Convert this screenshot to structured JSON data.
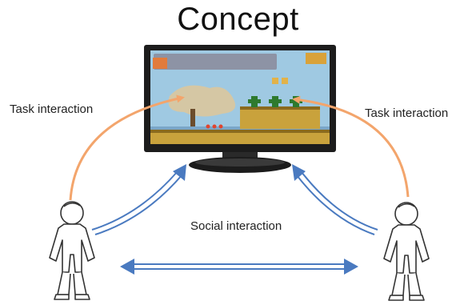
{
  "title": "Concept",
  "labels": {
    "task_interaction_left": "Task interaction",
    "task_interaction_right": "Task interaction",
    "social_interaction": "Social interaction"
  },
  "colors": {
    "task_arrow": "#f3a56c",
    "social_arrow": "#4a7ac0",
    "monitor_body": "#1c1c1c",
    "game_sky": "#9fc9e2",
    "game_ground": "#c9a23c"
  },
  "icons": {
    "monitor": "game-monitor-icon",
    "left_person": "child-figure-icon",
    "right_person": "child-figure-icon"
  }
}
